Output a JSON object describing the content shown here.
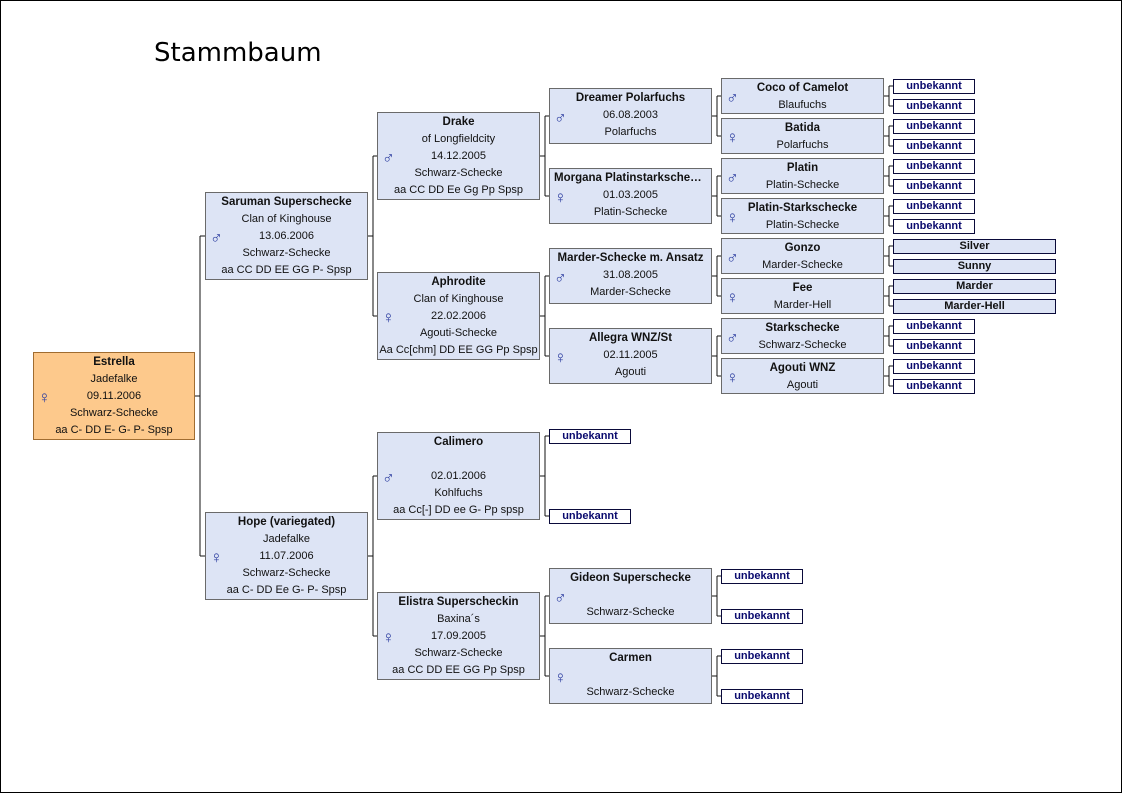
{
  "title": "Stammbaum",
  "symbols": {
    "male": "♂",
    "female": "♀"
  },
  "subject": {
    "name": "Estrella",
    "sex": "female",
    "lines": [
      "Jadefalke",
      "09.11.2006",
      "Schwarz-Schecke",
      "aa C- DD E- G- P- Spsp"
    ]
  },
  "parents": [
    {
      "name": "Saruman Superschecke",
      "sex": "male",
      "lines": [
        "Clan of Kinghouse",
        "13.06.2006",
        "Schwarz-Schecke",
        "aa CC DD EE GG P- Spsp"
      ]
    },
    {
      "name": "Hope (variegated)",
      "sex": "female",
      "lines": [
        "Jadefalke",
        "11.07.2006",
        "Schwarz-Schecke",
        "aa C- DD Ee G- P- Spsp"
      ]
    }
  ],
  "grandparents": [
    {
      "name": "Drake",
      "sex": "male",
      "lines": [
        "of Longfieldcity",
        "14.12.2005",
        "Schwarz-Schecke",
        "aa CC DD Ee Gg Pp Spsp"
      ]
    },
    {
      "name": "Aphrodite",
      "sex": "female",
      "lines": [
        "Clan of Kinghouse",
        "22.02.2006",
        "Agouti-Schecke",
        "Aa Cc[chm] DD EE GG Pp Spsp"
      ]
    },
    {
      "name": "Calimero",
      "sex": "male",
      "lines": [
        "",
        "02.01.2006",
        "Kohlfuchs",
        "aa Cc[-] DD ee G- Pp spsp"
      ]
    },
    {
      "name": "Elistra Superscheckin",
      "sex": "female",
      "lines": [
        "Baxina´s",
        "17.09.2005",
        "Schwarz-Schecke",
        "aa CC DD EE GG Pp Spsp"
      ]
    }
  ],
  "great_grandparents": [
    {
      "name": "Dreamer Polarfuchs",
      "sex": "male",
      "lines": [
        "06.08.2003",
        "Polarfuchs"
      ]
    },
    {
      "name": "Morgana Platinstarkschecke",
      "sex": "female",
      "lines": [
        "01.03.2005",
        "Platin-Schecke"
      ]
    },
    {
      "name": "Marder-Schecke m. Ansatz",
      "sex": "male",
      "lines": [
        "31.08.2005",
        "Marder-Schecke"
      ]
    },
    {
      "name": "Allegra WNZ/St",
      "sex": "female",
      "lines": [
        "02.11.2005",
        "Agouti"
      ]
    },
    {
      "name": "unbekannt",
      "stub": true
    },
    {
      "name": "unbekannt",
      "stub": true
    },
    {
      "name": "Gideon Superschecke",
      "sex": "male",
      "lines": [
        "",
        "Schwarz-Schecke"
      ]
    },
    {
      "name": "Carmen",
      "sex": "female",
      "lines": [
        "",
        "Schwarz-Schecke"
      ]
    }
  ],
  "g3": [
    {
      "name": "Coco of Camelot",
      "sex": "male",
      "lines": [
        "Blaufuchs"
      ]
    },
    {
      "name": "Batida",
      "sex": "female",
      "lines": [
        "Polarfuchs"
      ]
    },
    {
      "name": "Platin",
      "sex": "male",
      "lines": [
        "Platin-Schecke"
      ]
    },
    {
      "name": "Platin-Starkschecke",
      "sex": "female",
      "lines": [
        "Platin-Schecke"
      ]
    },
    {
      "name": "Gonzo",
      "sex": "male",
      "lines": [
        "Marder-Schecke"
      ]
    },
    {
      "name": "Fee",
      "sex": "female",
      "lines": [
        "Marder-Hell"
      ]
    },
    {
      "name": "Starkschecke",
      "sex": "male",
      "lines": [
        "Schwarz-Schecke"
      ]
    },
    {
      "name": "Agouti WNZ",
      "sex": "female",
      "lines": [
        "Agouti"
      ]
    }
  ],
  "g3_stubs": [
    {
      "name": "unbekannt"
    },
    {
      "name": "unbekannt"
    },
    {
      "name": "unbekannt"
    },
    {
      "name": "unbekannt"
    }
  ],
  "g4": [
    "unbekannt",
    "unbekannt",
    "unbekannt",
    "unbekannt",
    "unbekannt",
    "unbekannt",
    "unbekannt",
    "unbekannt",
    "Silver",
    "Sunny",
    "Marder",
    "Marder-Hell",
    "unbekannt",
    "unbekannt",
    "unbekannt",
    "unbekannt"
  ]
}
